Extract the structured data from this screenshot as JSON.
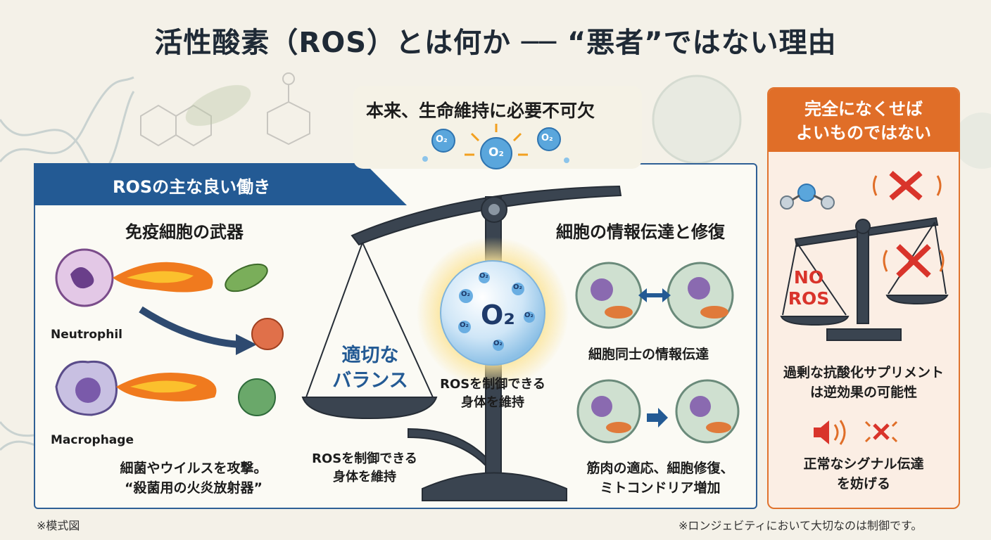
{
  "title": "活性酸素（ROS）とは何か ── “悪者”ではない理由",
  "top_card": {
    "heading": "本来、生命維持に必要不可欠",
    "molecule_label": "O₂"
  },
  "main_panel": {
    "banner": "ROSの主な良い働き",
    "left_section": {
      "heading": "免疫細胞の武器",
      "cell1_label": "Neutrophil",
      "cell2_label": "Macrophage",
      "caption_line1": "細菌やウイルスを攻撃。",
      "caption_line2": "“殺菌用の火炎放射器”"
    },
    "balance": {
      "pan_label_line1": "適切な",
      "pan_label_line2": "バランス",
      "center_molecule": "O₂",
      "center_caption_line1": "ROSを制御できる",
      "center_caption_line2": "身体を維持",
      "base_caption_line1": "ROSを制御できる",
      "base_caption_line2": "身体を維持",
      "bubble_labels": [
        "O₂",
        "O₂",
        "O₂",
        "O₂",
        "O₂",
        "O₂"
      ]
    },
    "right_section": {
      "heading": "細胞の情報伝達と修復",
      "caption1": "細胞同士の情報伝達",
      "caption2_line1": "筋肉の適応、細胞修復、",
      "caption2_line2": "ミトコンドリア増加"
    }
  },
  "right_panel": {
    "header_line1": "完全になくせば",
    "header_line2": "よいものではない",
    "no_ros_line1": "NO",
    "no_ros_line2": "ROS",
    "caption1_line1": "過剰な抗酸化サプリメント",
    "caption1_line2": "は逆効果の可能性",
    "caption2_line1": "正常なシグナル伝達",
    "caption2_line2": "を妨げる"
  },
  "footnote_left": "※模式図",
  "footnote_right": "※ロンジェビティにおいて大切なのは制御です。",
  "colors": {
    "navy": "#235a94",
    "orange": "#e06e28",
    "scale": "#3a4450",
    "flame": "#f07a1e",
    "cell_purple": "#8a6ab0",
    "bubble_blue": "#5aa6dc"
  }
}
